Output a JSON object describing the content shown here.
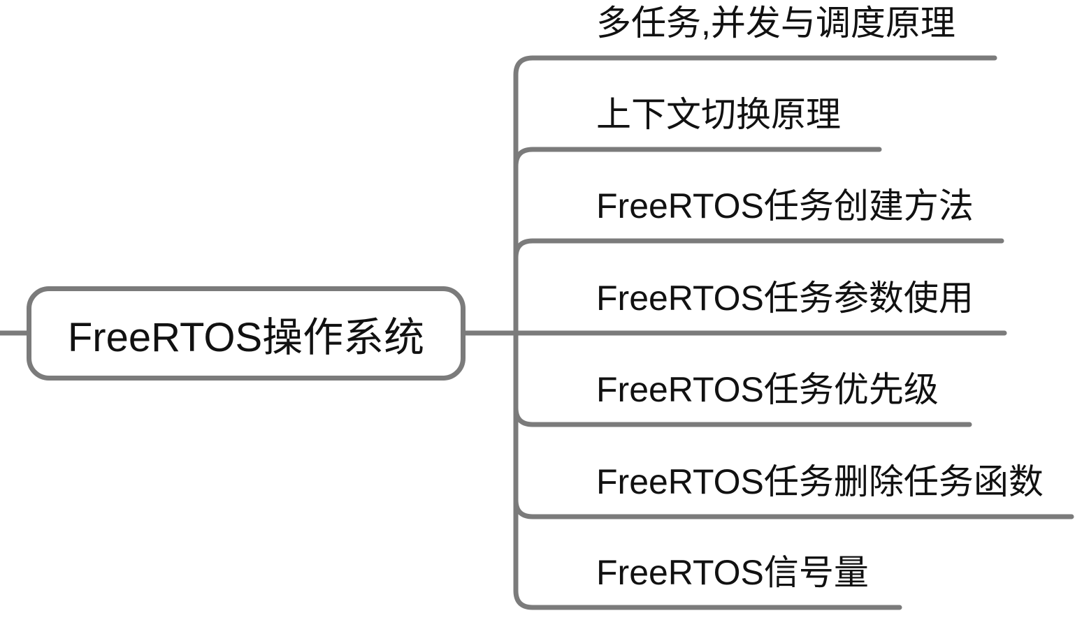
{
  "diagram": {
    "type": "mindmap",
    "root": {
      "label": "FreeRTOS操作系统"
    },
    "children": [
      {
        "label": "多任务,并发与调度原理"
      },
      {
        "label": "上下文切换原理"
      },
      {
        "label": "FreeRTOS任务创建方法"
      },
      {
        "label": "FreeRTOS任务参数使用"
      },
      {
        "label": "FreeRTOS任务优先级"
      },
      {
        "label": "FreeRTOS任务删除任务函数"
      },
      {
        "label": "FreeRTOS信号量"
      }
    ],
    "colors": {
      "line": "#7b7b7b",
      "text": "#111111",
      "background": "#ffffff"
    }
  }
}
